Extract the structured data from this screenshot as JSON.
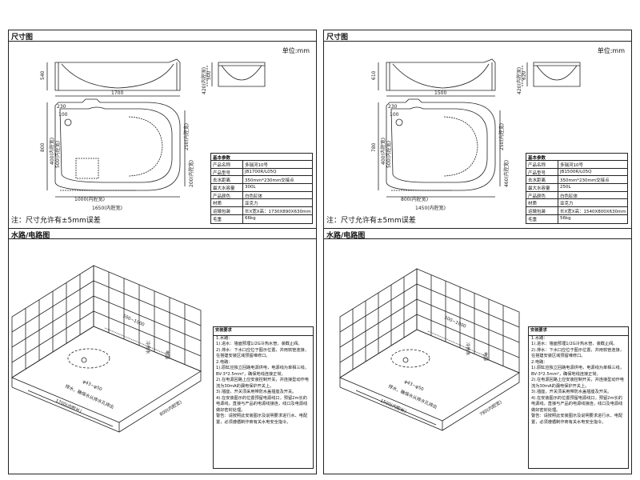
{
  "sheets": [
    {
      "section_dimensions": "尺寸图",
      "section_plumbing": "水路/电路图",
      "unit": "单位:mm",
      "note": "注：尺寸允许有±5mm误差",
      "dims": {
        "front_height": "540",
        "side_height": "500",
        "side_inner_depth": "420(内腔深)",
        "total_length": "1700",
        "total_width": "800",
        "offset_230": "230",
        "drain_100": "100",
        "inner_width_400": "400(内腔宽)",
        "inner_width_500": "500(内腔宽)",
        "inner_width_250": "250(内腔宽)",
        "inner_width_200": "200(内腔宽)",
        "inner_length_1000": "1000(内腔宽)",
        "inner_length_total": "1650(内腔宽)",
        "wall_dist": "500~1000",
        "iso_length": "1700(内腔长)",
        "iso_width": "800(内腔宽)",
        "pipe_label": "φ43~φ50",
        "floor_note": "排水，确保水从排水孔排出",
        "faucet_label": "冷热水",
        "power_label": "电源"
      },
      "spec": {
        "title": "基本参数",
        "rows": [
          {
            "k": "产品名称",
            "v": "多瑞河10号"
          },
          {
            "k": "产品型号",
            "v": "JB1700R/L05Q"
          },
          {
            "k": "去水距离",
            "v": "350mm*230mm交接点"
          },
          {
            "k": "最大水容量",
            "v": "300L"
          },
          {
            "k": "产品颜色",
            "v": "白色缸体"
          },
          {
            "k": "材质",
            "v": "亚克力"
          },
          {
            "k": "运输包装",
            "v": "长X宽X高：1730X890X630mm"
          },
          {
            "k": "毛重",
            "v": "66kg"
          }
        ]
      },
      "install": {
        "title": "安装要求",
        "paragraphs": [
          "1.水路：",
          "1).进水：墙面预埋1/2G冷热水管，装截止阀。",
          "2).排水：下水口应位于图示位置，并用软管连接，在搭建安装区域预留维修口。",
          "2.电路：",
          "1).原缸应独立回路电源供电，电源线为单相三线，BV-3*2.5mm²，确保地线连接正常。",
          "2).在电源回路上应安装控制开关，并连接型动作电流为30mA的漏电保护开关上。",
          "3).插座，开关须采用带防水盖插座及开关。",
          "4).在安装图示的位置预留电源线口，预留2m长的电源线，直接与产品的电源线接连，线口及电源线做好密封处理。",
          "警告：请按照此安装图示及说明要求进行水、电配置，必须遵循制作商有关水电安全指令。"
        ]
      }
    },
    {
      "section_dimensions": "尺寸图",
      "section_plumbing": "水路/电路图",
      "unit": "单位:mm",
      "note": "注：尺寸允许有±5mm误差",
      "dims": {
        "front_height": "610",
        "side_height": "620",
        "side_inner_depth": "420(内腔深)",
        "total_length": "1500",
        "total_width": "780",
        "offset_230": "230",
        "drain_100": "100",
        "inner_width_400": "400(内腔宽)",
        "inner_width_500": "500(内腔宽)",
        "inner_width_250": "250(内腔宽)",
        "inner_width_200": "460(内腔宽)",
        "inner_length_1000": "800(内腔宽)",
        "inner_length_total": "1450(内腔宽)",
        "wall_dist": "500~1000",
        "iso_length": "1500(内腔长)",
        "iso_width": "780(内腔宽)",
        "pipe_label": "φ43~φ50",
        "floor_note": "排水，确保水从排水孔排出",
        "faucet_label": "冷热水",
        "power_label": "电源"
      },
      "spec": {
        "title": "基本参数",
        "rows": [
          {
            "k": "产品名称",
            "v": "多瑞河10号"
          },
          {
            "k": "产品型号",
            "v": "JB1500R/L05Q"
          },
          {
            "k": "去水距离",
            "v": "350mm*230mm交接点"
          },
          {
            "k": "最大水容量",
            "v": "250L"
          },
          {
            "k": "产品颜色",
            "v": "白色缸体"
          },
          {
            "k": "材质",
            "v": "亚克力"
          },
          {
            "k": "运输包装",
            "v": "长X宽X高：1540X800X630mm"
          },
          {
            "k": "毛重",
            "v": "56kg"
          }
        ]
      },
      "install": {
        "title": "安装要求",
        "paragraphs": [
          "1.水路：",
          "1).进水：墙面预埋1/2G冷热水管，装截止阀。",
          "2).排水：下水口应位于图示位置，并用软管连接，在搭建安装区域预留维修口。",
          "2.电路：",
          "1).原缸应独立回路电源供电，电源线为单相三线，BV-3*2.5mm²，确保地线连接正常。",
          "2).在电源回路上应安装控制开关，并连接型动作电流为30mA的漏电保护开关上。",
          "3).插座，开关须采用带防水盖插座及开关。",
          "4).在安装图示的位置预留电源线口，预留2m长的电源线，直接与产品的电源线接连，线口及电源线做好密封处理。",
          "警告：请按照此安装图示及说明要求进行水、电配置，必须遵循制作商有关水电安全指令。"
        ]
      }
    }
  ]
}
